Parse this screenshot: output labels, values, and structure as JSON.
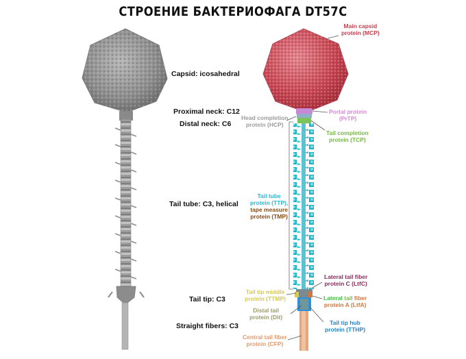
{
  "title": "СТРОЕНИЕ БАКТЕРИОФАГА DT57C",
  "structure_labels": {
    "capsid": "Capsid: icosahedral",
    "proximal_neck": "Proximal neck: C12",
    "distal_neck": "Distal neck: C6",
    "tail_tube": "Tail tube: C3, helical",
    "tail_tip": "Tail tip: C3",
    "straight_fibers": "Straight fibers: C3"
  },
  "proteins": {
    "mcp": {
      "line1": "Main capsid",
      "line2": "protein (MCP)",
      "color": "#c8404f"
    },
    "prtp": {
      "line1": "Portal protein",
      "line2": "(PrTP)",
      "color": "#d58ad6"
    },
    "hcp": {
      "line1": "Head completion",
      "line2": "protein (HCP)",
      "color": "#9b9b9b"
    },
    "tcp": {
      "line1": "Tail completion",
      "line2": "protein (TCP)",
      "color": "#77b84a"
    },
    "ttp": {
      "line1": "Tail tube",
      "line2": "protein (TTP),",
      "color": "#27b8cf"
    },
    "tmp": {
      "line1": "tape measure",
      "line2": "protein (TMP)",
      "color": "#8a4b10"
    },
    "ltfc": {
      "line1": "Lateral tail fiber",
      "line2": "protein C (LtfC)",
      "color": "#8e2a5a"
    },
    "ttmp": {
      "line1": "Tail tip middle",
      "line2": "protein (TTMP)",
      "color": "#d9c84a"
    },
    "ltfa": {
      "word1": "Lateral",
      "word2": "tail",
      "word3": "fiber",
      "line2": "protein A (LtfA)",
      "color1": "#3ec13e",
      "color2": "#77b84a",
      "color3": "#d8743a"
    },
    "dit": {
      "line1": "Distal tail",
      "line2": "protein (Dit)",
      "color": "#9b9b6a"
    },
    "tthp": {
      "line1": "Tail tip hub",
      "line2": "protein (TTHP)",
      "color": "#1c86d6"
    },
    "cfp": {
      "line1": "Central tail fiber",
      "line2": "protein (CFP)",
      "color": "#e49a6c"
    }
  }
}
